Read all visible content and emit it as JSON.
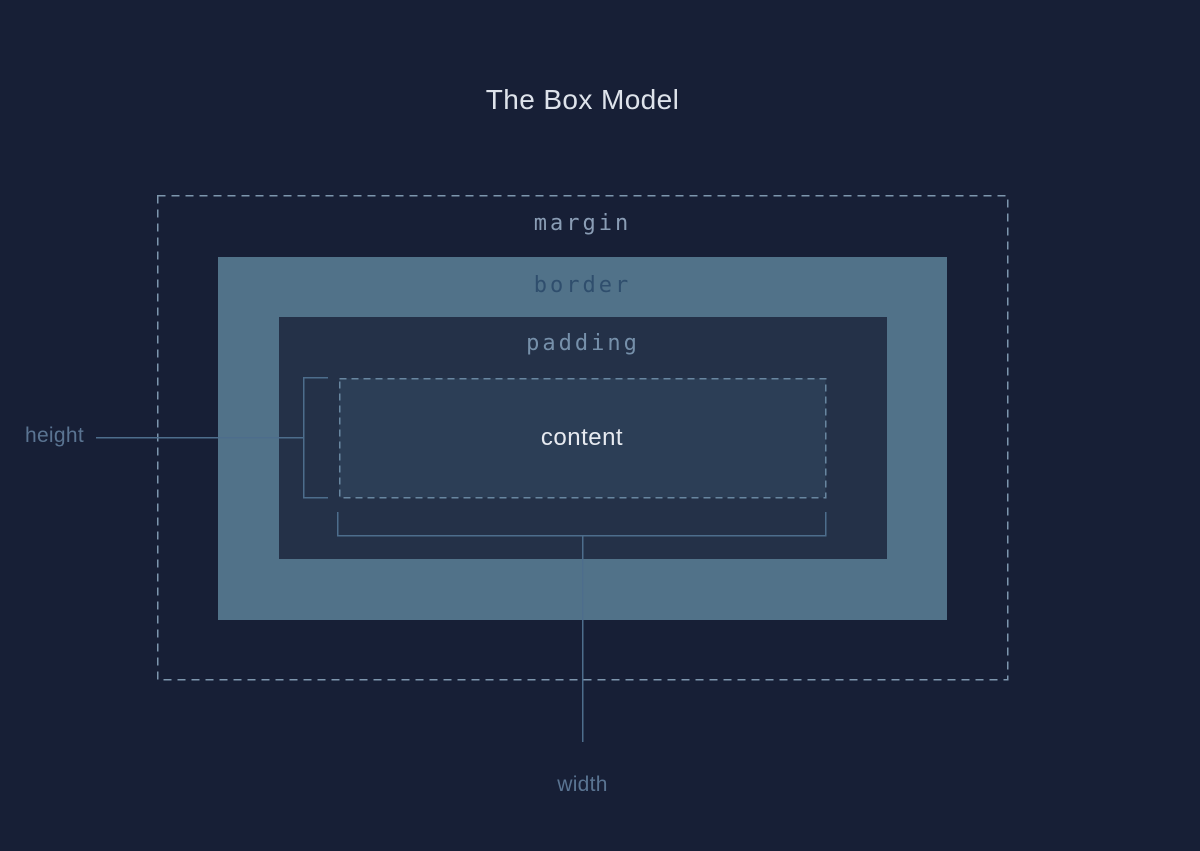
{
  "page": {
    "title": "The Box Model"
  },
  "boxes": {
    "margin": {
      "label": "margin"
    },
    "border": {
      "label": "border"
    },
    "padding": {
      "label": "padding"
    },
    "content": {
      "label": "content"
    }
  },
  "annotations": {
    "height_label": "height",
    "width_label": "width"
  },
  "colors": {
    "page_bg": "#171f36",
    "title_text": "#dee3eb",
    "margin_dash": "#7d96ad",
    "margin_label": "#8a9db5",
    "border_fill": "#517289",
    "border_label": "#2f4e6d",
    "padding_fill": "#243148",
    "padding_label": "#7690aa",
    "content_fill": "#2c3e56",
    "content_dash": "#6886a0",
    "content_label": "#e7eaf0",
    "annotation_line": "#4d6d8c",
    "annotation_label": "#5a7492"
  }
}
